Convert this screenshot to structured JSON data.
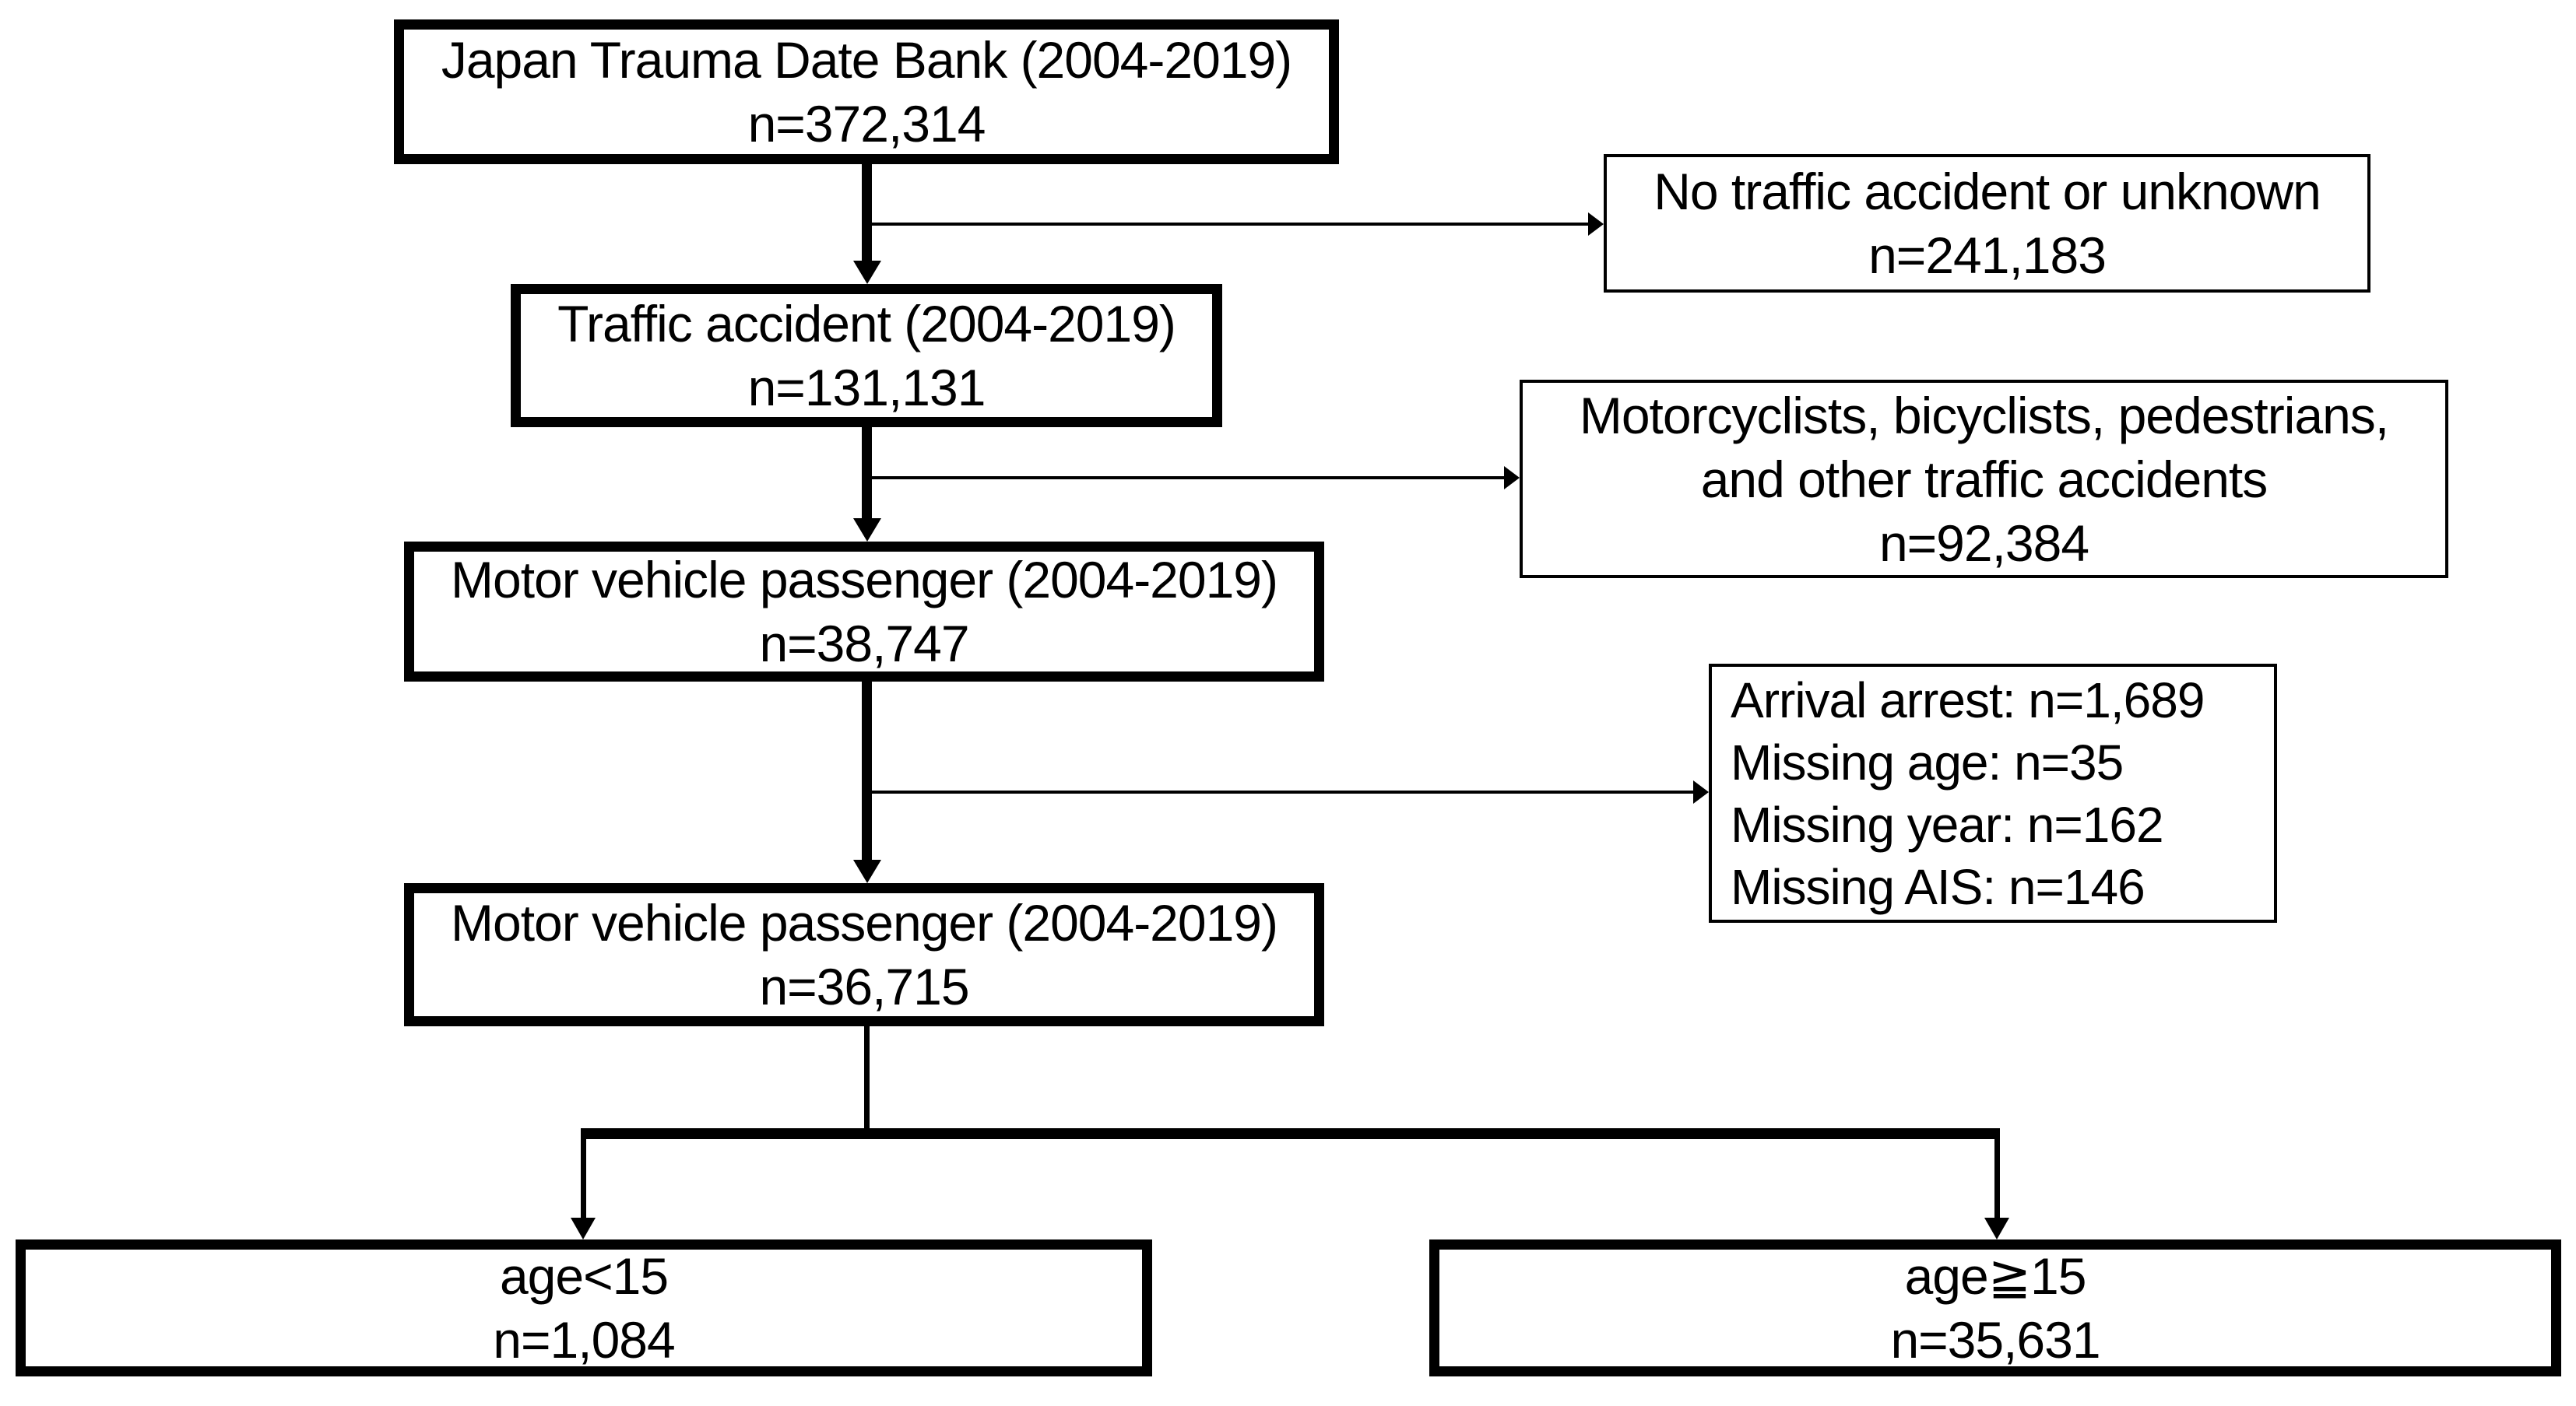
{
  "diagram": {
    "type": "participant-flow-chart",
    "colors": {
      "background": "#ffffff",
      "line": "#000000",
      "text": "#000000"
    },
    "boxes": {
      "source": {
        "lines": [
          "Japan Trauma Date Bank (2004-2019)",
          "n=372,314"
        ]
      },
      "excluded_no_traffic": {
        "lines": [
          "No traffic accident or unknown",
          "n=241,183"
        ]
      },
      "traffic_accident": {
        "lines": [
          "Traffic accident (2004-2019)",
          "n=131,131"
        ]
      },
      "excluded_other_road_users": {
        "lines": [
          "Motorcyclists, bicyclists, pedestrians,",
          "and other traffic accidents",
          "n=92,384"
        ]
      },
      "motor_vehicle_passenger_1": {
        "lines": [
          "Motor vehicle passenger (2004-2019)",
          "n=38,747"
        ]
      },
      "excluded_missing": {
        "lines": [
          "Arrival arrest: n=1,689",
          "Missing age: n=35",
          "Missing year: n=162",
          "Missing AIS: n=146"
        ]
      },
      "motor_vehicle_passenger_2": {
        "lines": [
          "Motor vehicle passenger (2004-2019)",
          "n=36,715"
        ]
      },
      "age_under_15": {
        "lines": [
          "age<15",
          "n=1,084"
        ]
      },
      "age_15_and_over": {
        "lines": [
          "age≧15",
          "n=35,631"
        ]
      }
    }
  }
}
